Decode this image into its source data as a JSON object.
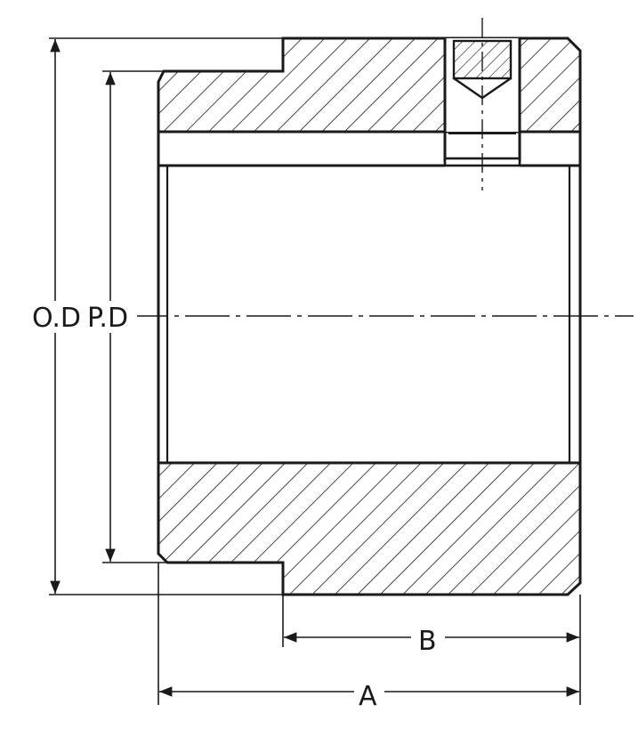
{
  "labels": {
    "outer_diameter": "O.D",
    "pitch_diameter": "P.D",
    "dim_a": "A",
    "dim_b": "B"
  },
  "colors": {
    "line": "#1a1a1a",
    "background": "#ffffff"
  }
}
